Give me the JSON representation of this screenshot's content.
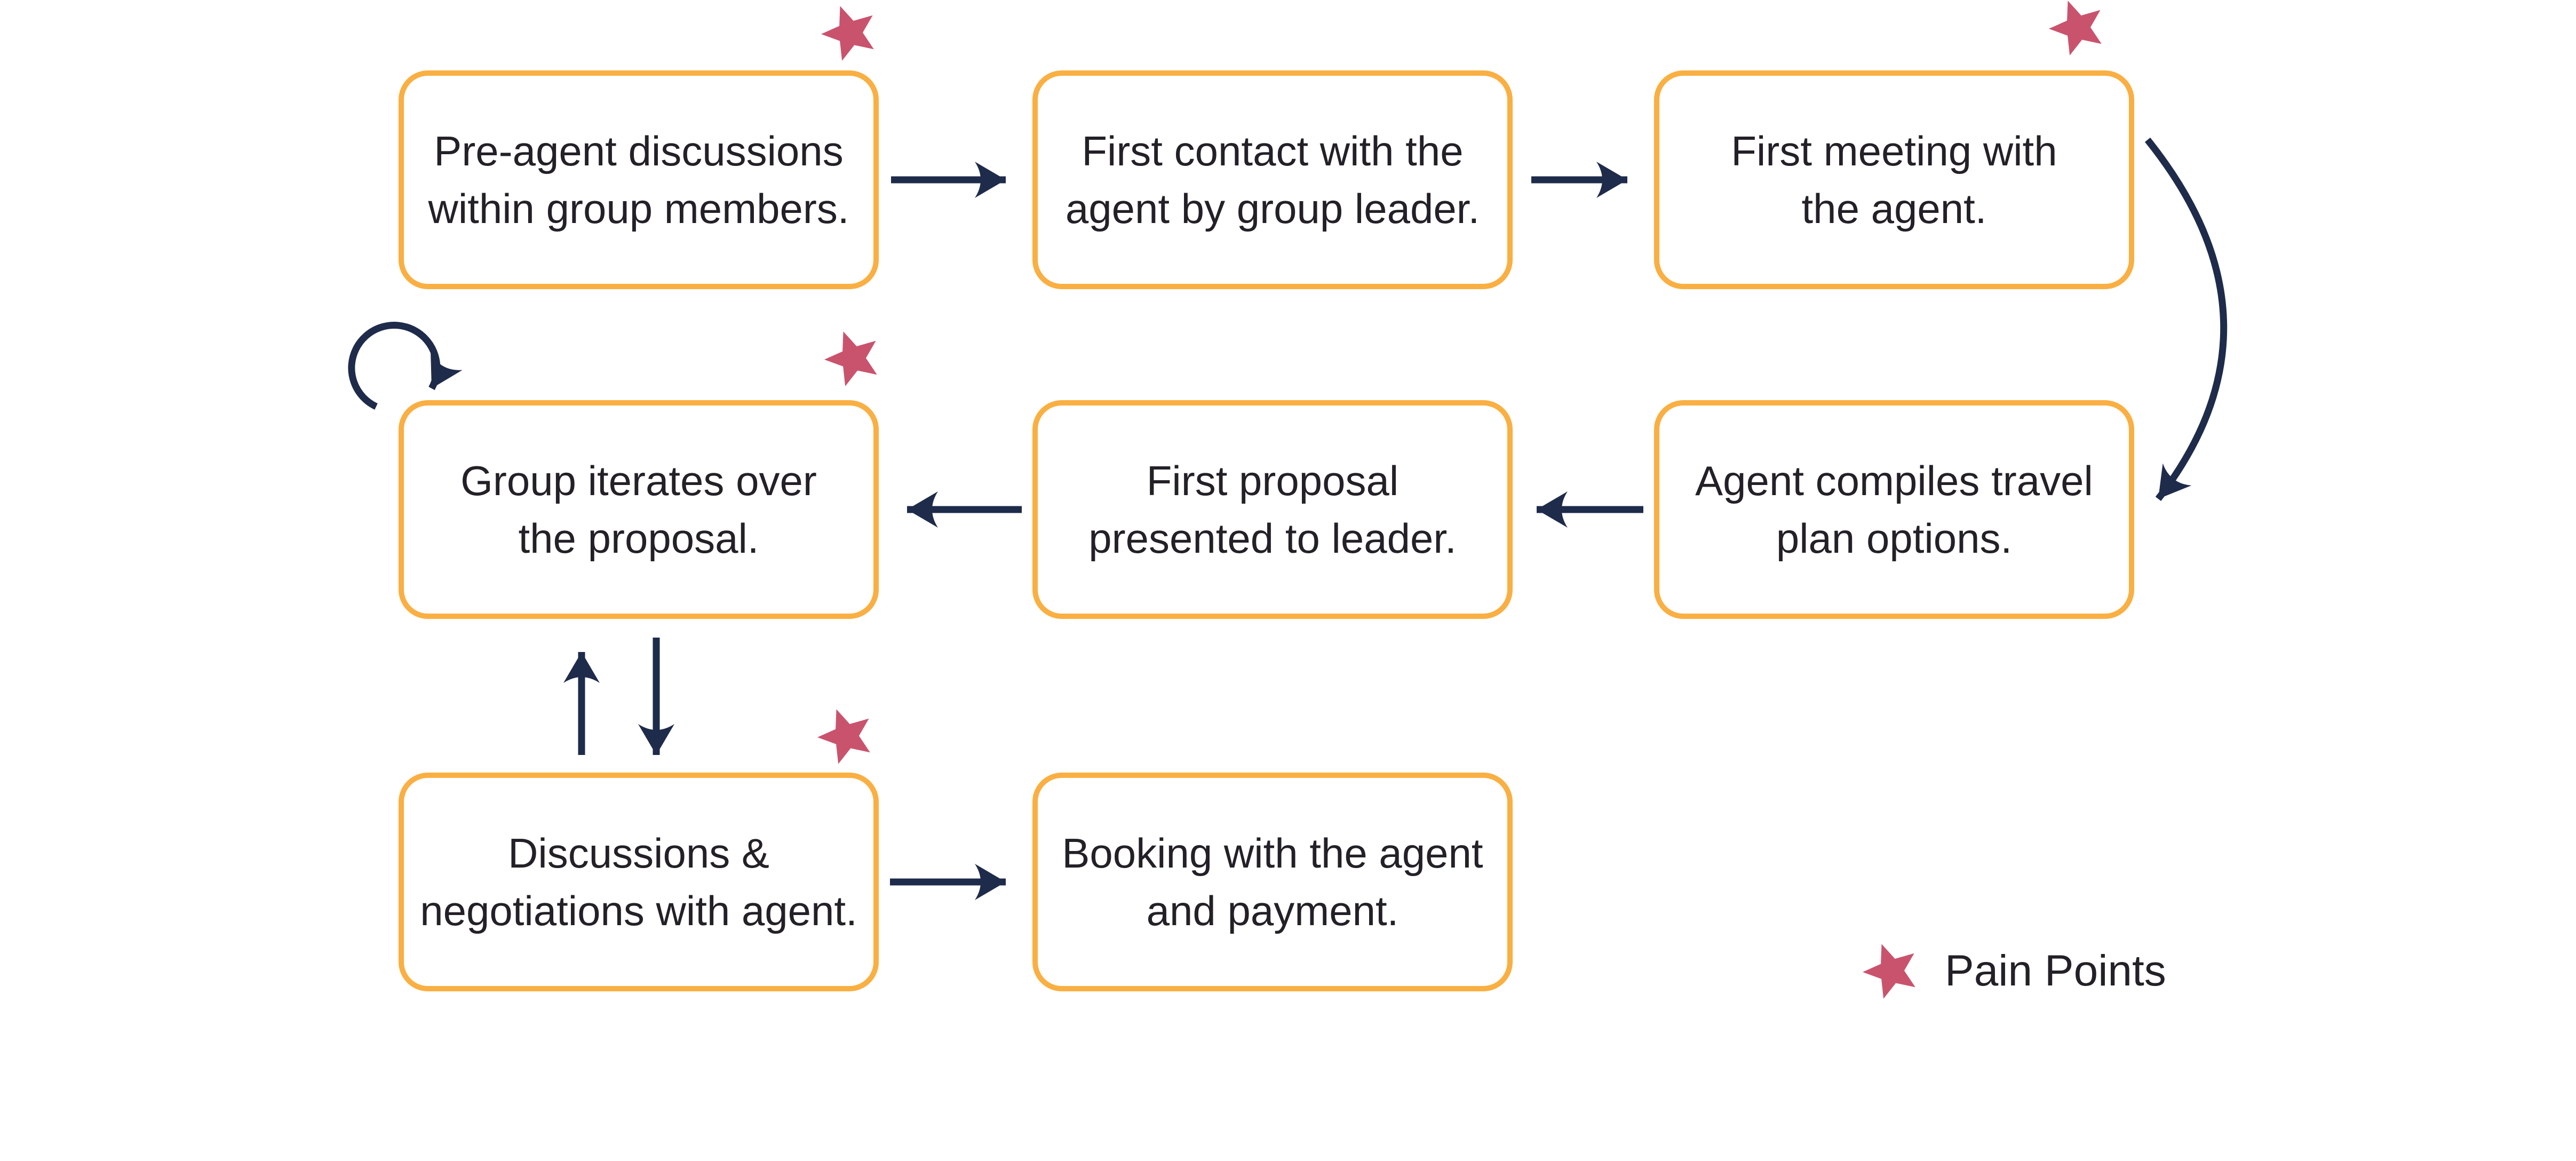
{
  "colors": {
    "background": "#FFFFFF",
    "box_border": "#FAAF42",
    "arrow": "#1E2B4A",
    "text": "#232027",
    "star": "#C9536D"
  },
  "flowchart": {
    "boxes": [
      {
        "id": "pre-agent-discussions",
        "lines": [
          "Pre-agent discussions",
          "within group members."
        ],
        "pain_point": true
      },
      {
        "id": "first-contact",
        "lines": [
          "First contact with the",
          "agent by group leader."
        ],
        "pain_point": false
      },
      {
        "id": "first-meeting",
        "lines": [
          "First meeting with",
          "the agent."
        ],
        "pain_point": true
      },
      {
        "id": "group-iterates",
        "lines": [
          "Group iterates over",
          "the proposal."
        ],
        "pain_point": true
      },
      {
        "id": "first-proposal",
        "lines": [
          "First proposal",
          "presented to leader."
        ],
        "pain_point": false
      },
      {
        "id": "agent-compiles",
        "lines": [
          "Agent compiles travel",
          "plan options."
        ],
        "pain_point": false
      },
      {
        "id": "discussions-negotiations",
        "lines": [
          "Discussions &",
          "negotiations with agent."
        ],
        "pain_point": true
      },
      {
        "id": "booking",
        "lines": [
          "Booking with the agent",
          "and payment."
        ],
        "pain_point": false
      }
    ],
    "edges": [
      {
        "from": "pre-agent-discussions",
        "to": "first-contact",
        "type": "arrow"
      },
      {
        "from": "first-contact",
        "to": "first-meeting",
        "type": "arrow"
      },
      {
        "from": "first-meeting",
        "to": "agent-compiles",
        "type": "curved-arrow"
      },
      {
        "from": "agent-compiles",
        "to": "first-proposal",
        "type": "arrow"
      },
      {
        "from": "first-proposal",
        "to": "group-iterates",
        "type": "arrow"
      },
      {
        "from": "group-iterates",
        "to": "group-iterates",
        "type": "self-loop"
      },
      {
        "from": "group-iterates",
        "to": "discussions-negotiations",
        "type": "bidirectional"
      },
      {
        "from": "discussions-negotiations",
        "to": "booking",
        "type": "arrow"
      }
    ]
  },
  "legend": {
    "label": "Pain Points",
    "symbol": "pain-point-star"
  }
}
